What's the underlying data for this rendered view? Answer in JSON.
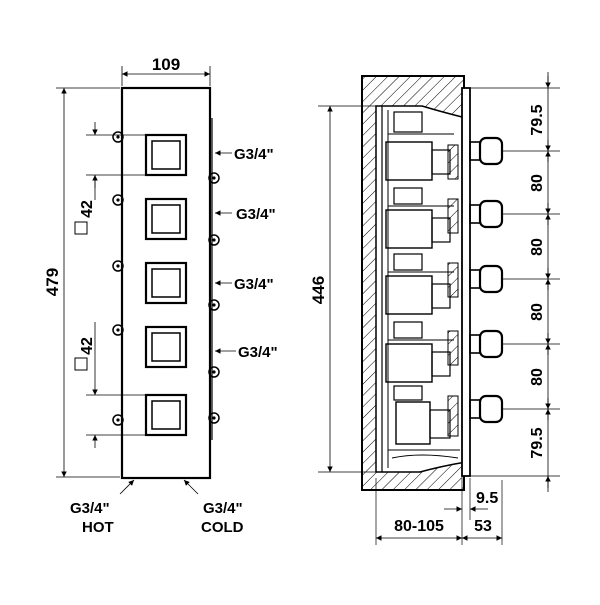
{
  "front_view": {
    "width_label": "109",
    "height_label": "479",
    "square_labels": [
      "42",
      "42"
    ],
    "outlet_labels": [
      "G3/4\"",
      "G3/4\"",
      "G3/4\"",
      "G3/4\""
    ],
    "inlet_hot": {
      "thread": "G3/4\"",
      "name": "HOT"
    },
    "inlet_cold": {
      "thread": "G3/4\"",
      "name": "COLD"
    }
  },
  "side_view": {
    "height_label": "446",
    "spacing_labels": [
      "79.5",
      "80",
      "80",
      "80",
      "80",
      "79.5"
    ],
    "depth_label": "80-105",
    "outlet_length_label": "53",
    "projection_label": "9.5"
  }
}
